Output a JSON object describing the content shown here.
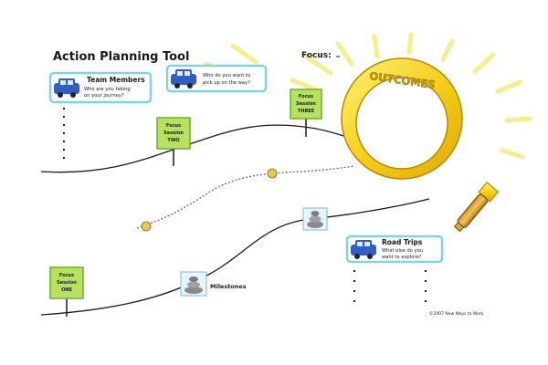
{
  "title": "Action Planning Tool",
  "focus_label": "Focus:",
  "outcomes_label": "OUTCOMES",
  "team_members": {
    "title": "Team Members",
    "subtitle": [
      "Who are you taking",
      "on your journey?"
    ]
  },
  "pickup": {
    "text": [
      "Who do you want to",
      "pick up on the way?"
    ]
  },
  "road_trips": {
    "title": "Road Trips",
    "subtitle": [
      "What else do you",
      "want to explore?"
    ]
  },
  "signs": {
    "one": [
      "Focus",
      "Session",
      "ONE"
    ],
    "two": [
      "Focus",
      "Session",
      "TWO"
    ],
    "three": [
      "Focus",
      "Session",
      "THREE"
    ]
  },
  "milestones_label": "Milestones",
  "copyright": "©2007 New Ways to Work",
  "colors": {
    "box_border": "#7fd3e4",
    "car_body": "#2f5fc4",
    "sign_fill": "#b6e25f",
    "sign_border": "#6fae2a",
    "magnifier_gold": "#f5cf1b",
    "magnifier_edge": "#b88a00",
    "sun_rays": "#f6ee8a",
    "outcomes_text": "#c8a000"
  }
}
